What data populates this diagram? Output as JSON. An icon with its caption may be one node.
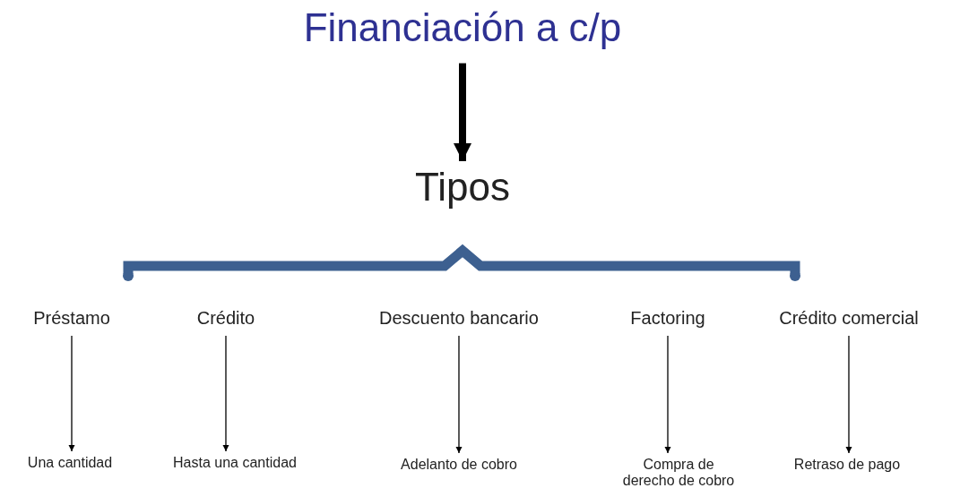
{
  "diagram": {
    "nodes": [
      {
        "text": [
          "Financiación a c/p"
        ]
      },
      {
        "text": [
          "Tipos"
        ]
      },
      {
        "text": [
          "Préstamo"
        ]
      },
      {
        "text": [
          "Crédito"
        ]
      },
      {
        "text": [
          "Descuento bancario"
        ]
      },
      {
        "text": [
          "Factoring"
        ]
      },
      {
        "text": [
          "Crédito comercial"
        ]
      },
      {
        "text": [
          "Una cantidad"
        ]
      },
      {
        "text": [
          "Hasta una cantidad"
        ]
      },
      {
        "text": [
          "Adelanto de cobro"
        ]
      },
      {
        "text": [
          "Compra de derecho de cobro"
        ]
      },
      {
        "text": [
          "Retraso de pago"
        ]
      }
    ],
    "edges": [
      {
        "from": 0,
        "to": 1,
        "arrow": "to",
        "style": "thick"
      },
      {
        "from": 2,
        "to": 7,
        "arrow": "to"
      },
      {
        "from": 3,
        "to": 8,
        "arrow": "to"
      },
      {
        "from": 4,
        "to": 9,
        "arrow": "to"
      },
      {
        "from": 5,
        "to": 10,
        "arrow": "to"
      },
      {
        "from": 6,
        "to": 11,
        "arrow": "to"
      }
    ]
  }
}
